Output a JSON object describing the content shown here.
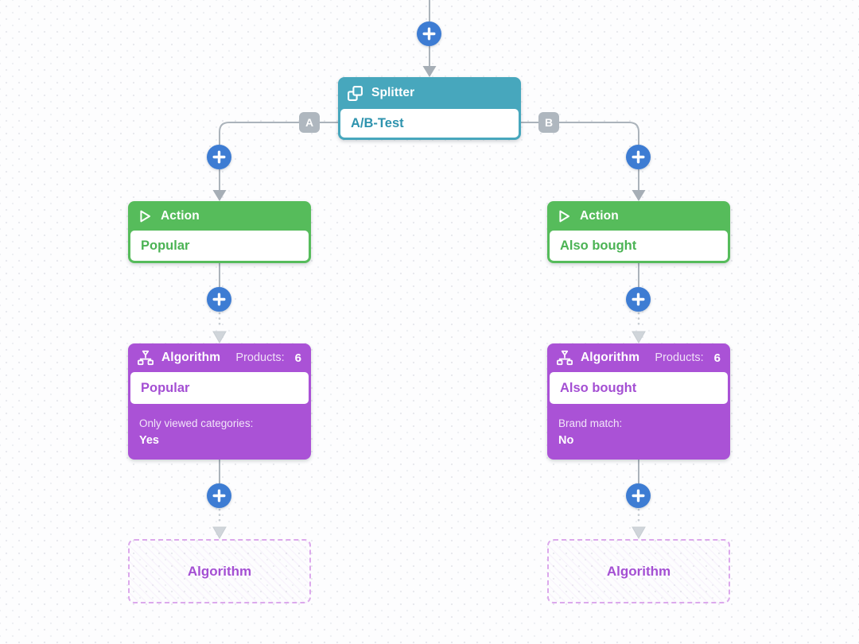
{
  "colors": {
    "accent-blue": "#3d7cd3",
    "teal": "#47a7bd",
    "teal-text": "#2e93ae",
    "green": "#56bc5b",
    "green-text": "#4bb354",
    "purple": "#aa52d6",
    "purple-text": "#a44fd3",
    "connector": "#abb3bb",
    "connector-light": "#c7cdd3",
    "badge": "#afb7bf",
    "placeholder-border": "#dca9ec"
  },
  "flow": {
    "splitter": {
      "type_label": "Splitter",
      "value": "A/B-Test",
      "branch_a": "A",
      "branch_b": "B"
    },
    "action_left": {
      "type_label": "Action",
      "value": "Popular"
    },
    "action_right": {
      "type_label": "Action",
      "value": "Also bought"
    },
    "algorithm_left": {
      "type_label": "Algorithm",
      "products_label": "Products:",
      "products_value": "6",
      "value": "Popular",
      "setting_label": "Only viewed categories:",
      "setting_value": "Yes"
    },
    "algorithm_right": {
      "type_label": "Algorithm",
      "products_label": "Products:",
      "products_value": "6",
      "value": "Also bought",
      "setting_label": "Brand match:",
      "setting_value": "No"
    },
    "placeholder_left": {
      "label": "Algorithm"
    },
    "placeholder_right": {
      "label": "Algorithm"
    }
  },
  "icons": {
    "add": "plus-icon",
    "splitter": "split-squares-icon",
    "action": "play-icon",
    "algorithm": "sitemap-icon"
  }
}
